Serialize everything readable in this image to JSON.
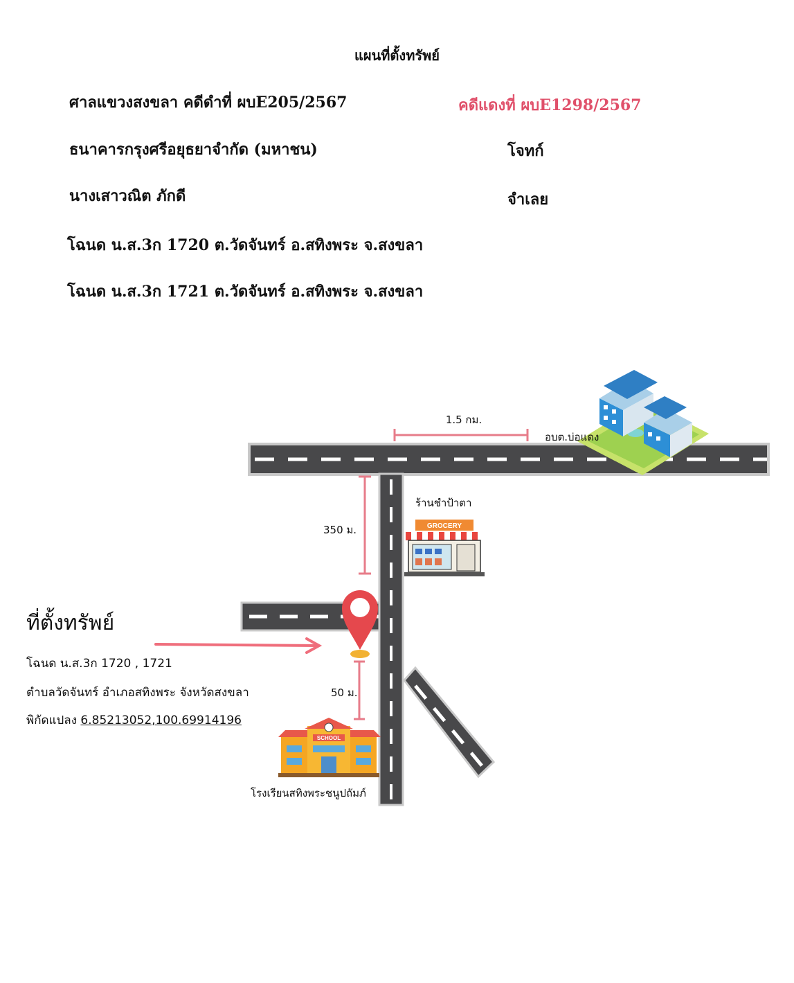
{
  "header": {
    "title": "แผนที่ตั้งทรัพย์",
    "court_case": "ศาลแขวงสงขลา คดีดำที่ ผบE205/2567",
    "red_case": "คดีแดงที่ ผบE1298/2567",
    "plaintiff_name": "ธนาคารกรุงศรีอยุธยาจำกัด (มหาชน)",
    "plaintiff_role": "โจทก์",
    "defendant_name": "นางเสาวณิต ภักดี",
    "defendant_role": "จำเลย",
    "deed_1": "โฉนด  น.ส.3ก 1720 ต.วัดจันทร์ อ.สทิงพระ จ.สงขลา",
    "deed_2": "โฉนด  น.ส.3ก 1721 ต.วัดจันทร์ อ.สทิงพระ จ.สงขลา"
  },
  "map": {
    "top_distance": "1.5 กม.",
    "office_label": "อบต.บ่อแดง",
    "shop_label": "ร้านชำป้าตา",
    "shop_sign": "GROCERY",
    "dist_350": "350 ม.",
    "dist_50": "50 ม.",
    "school_label": "โรงเรียนสทิงพระชนูปถัมภ์",
    "school_sign": "SCHOOL",
    "colors": {
      "road": "#4a4a4c",
      "marker": "#e5484d",
      "measure": "#e77c8a",
      "arrow": "#ef6e7c"
    }
  },
  "location": {
    "title": "ที่ตั้งทรัพย์",
    "deed": "โฉนด น.ส.3ก 1720 , 1721",
    "address": "ตำบลวัดจันทร์ อำเภอสทิงพระ  จังหวัดสงขลา",
    "coord_label": "พิกัดแปลง ",
    "coordinates": "6.85213052,100.69914196"
  }
}
